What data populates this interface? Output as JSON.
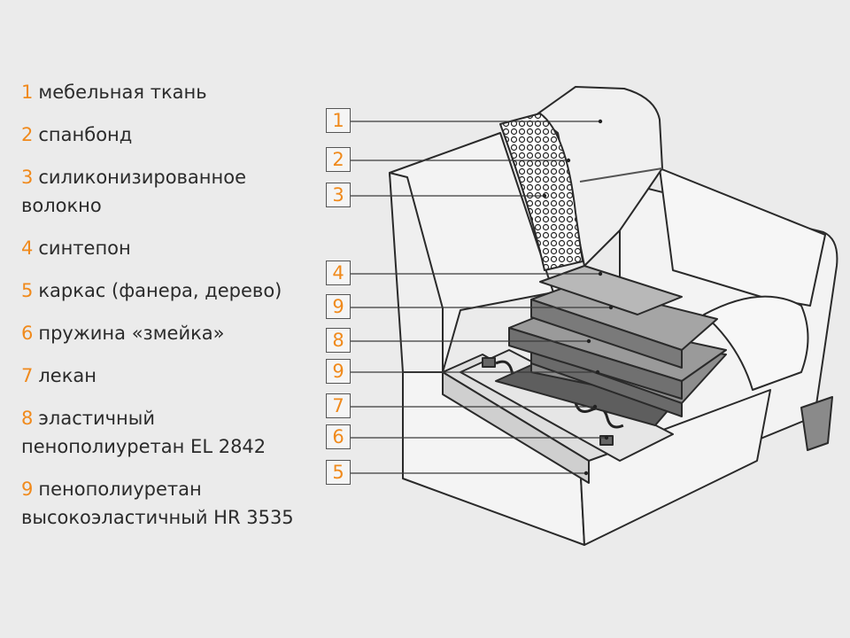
{
  "legend": [
    {
      "num": "1",
      "text": "мебельная ткань"
    },
    {
      "num": "2",
      "text": "спанбонд"
    },
    {
      "num": "3",
      "text": "силиконизированное волокно"
    },
    {
      "num": "4",
      "text": "синтепон"
    },
    {
      "num": "5",
      "text": "каркас (фанера, дерево)"
    },
    {
      "num": "6",
      "text": "пружина «змейка»"
    },
    {
      "num": "7",
      "text": "лекан"
    },
    {
      "num": "8",
      "text": "эластичный пенополиуретан EL 2842"
    },
    {
      "num": "9",
      "text": "пенополиуретан высокоэластичный HR 3535"
    }
  ],
  "callouts": [
    "1",
    "2",
    "3",
    "4",
    "9",
    "8",
    "9",
    "7",
    "6",
    "5"
  ],
  "colors": {
    "accent": "#f08a1c",
    "background": "#ebebeb",
    "line": "#3a3a3a"
  }
}
